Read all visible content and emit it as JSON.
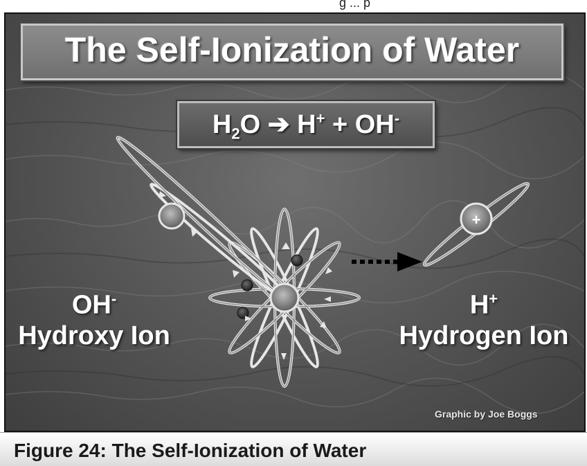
{
  "top_strip": {
    "text": "g ... p"
  },
  "slide": {
    "title": "The Self-Ionization of Water",
    "equation": {
      "reactant": "H",
      "reactant_sub": "2",
      "reactant_tail": "O",
      "arrow": "➔",
      "product1": "H",
      "product1_sup": "+",
      "plus": "+",
      "product2": "OH",
      "product2_sup": "-"
    },
    "left_ion": {
      "formula": "OH",
      "charge": "-",
      "name": "Hydroxy Ion"
    },
    "right_ion": {
      "formula": "H",
      "charge": "+",
      "name": "Hydrogen Ion"
    },
    "proton_symbol": "+",
    "credit": "Graphic by Joe Boggs"
  },
  "caption": {
    "text": "Figure 24:  The Self-Ionization of Water"
  },
  "colors": {
    "orbit": "#e6e6e6",
    "electron": "#2e2e2e",
    "arrow": "#000000",
    "background": "#5a5a5a"
  },
  "icons": {
    "oxygen": "oxygen-nucleus-icon",
    "hydrogen": "hydrogen-nucleus-icon",
    "transfer": "dotted-arrow-icon"
  }
}
